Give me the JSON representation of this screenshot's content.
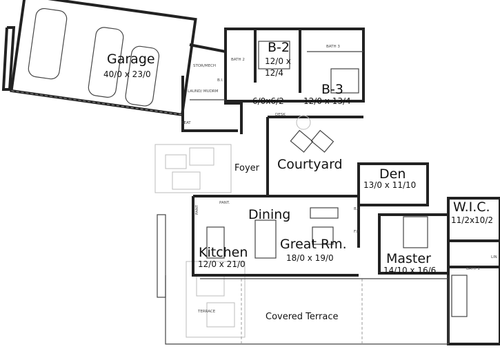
{
  "rooms": {
    "garage": {
      "name": "Garage",
      "dims": "40/0 x 23/0"
    },
    "b2": {
      "name": "B-2",
      "dims_line1": "12/0 x",
      "dims_line2": "12/4"
    },
    "b3": {
      "name": "B-3",
      "dims": "12/0 x 13/4"
    },
    "closet": {
      "dims": "6/0x6/2"
    },
    "foyer": {
      "name": "Foyer"
    },
    "courtyard": {
      "name": "Courtyard"
    },
    "den": {
      "name": "Den",
      "dims": "13/0 x 11/10"
    },
    "wic": {
      "name": "W.I.C.",
      "dims": "11/2x10/2"
    },
    "dining": {
      "name": "Dining"
    },
    "kitchen": {
      "name": "Kitchen",
      "dims": "12/0 x 21/0"
    },
    "great_room": {
      "name": "Great Rm.",
      "dims": "18/0 x 19/0"
    },
    "master": {
      "name": "Master",
      "dims": "14/10 x 16/6"
    },
    "covered_terrace": {
      "name": "Covered Terrace"
    }
  },
  "small_labels": {
    "stor_mech": "STOR/MECH",
    "bath2": "BATH 2",
    "bath3": "BATH 3",
    "bath1": "BATH 1",
    "laundry": "LAUND/ MUDRM",
    "desk": "DESK",
    "seat": "SEAT",
    "bi_1": "B.I.",
    "bi_2": "B.I.",
    "fp": "F.P.",
    "pant_1": "PANT.",
    "pant_2": "PANT",
    "lin": "LIN",
    "terrace": "TERRACE"
  }
}
